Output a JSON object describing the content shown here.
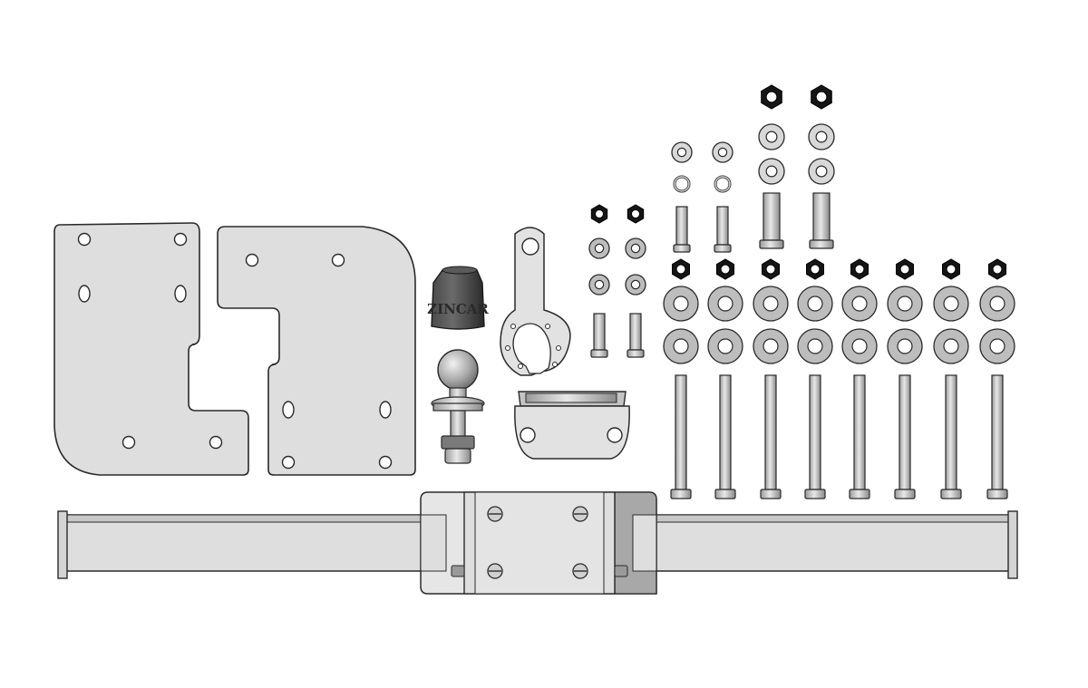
{
  "diagram": {
    "kind": "towbar kit exploded parts view",
    "colors": {
      "outline": "#2a2a2a",
      "plate": "#dcdcdc",
      "plate_light": "#e6e6e6",
      "metal": "#c8c8c8",
      "metal_dark": "#9a9a9a",
      "nut": "#151515",
      "background": "#ffffff"
    },
    "brand_label": "ZINCAR",
    "parts": {
      "plates": 2,
      "ball": 1,
      "ball_cover": 1,
      "socket_bracket": 1,
      "mount_bracket": 1,
      "crossbar": 1,
      "long_bolts": 8,
      "short_bolts_small": 2,
      "short_bolts_medium": 2,
      "short_bolts_large": 2
    }
  }
}
